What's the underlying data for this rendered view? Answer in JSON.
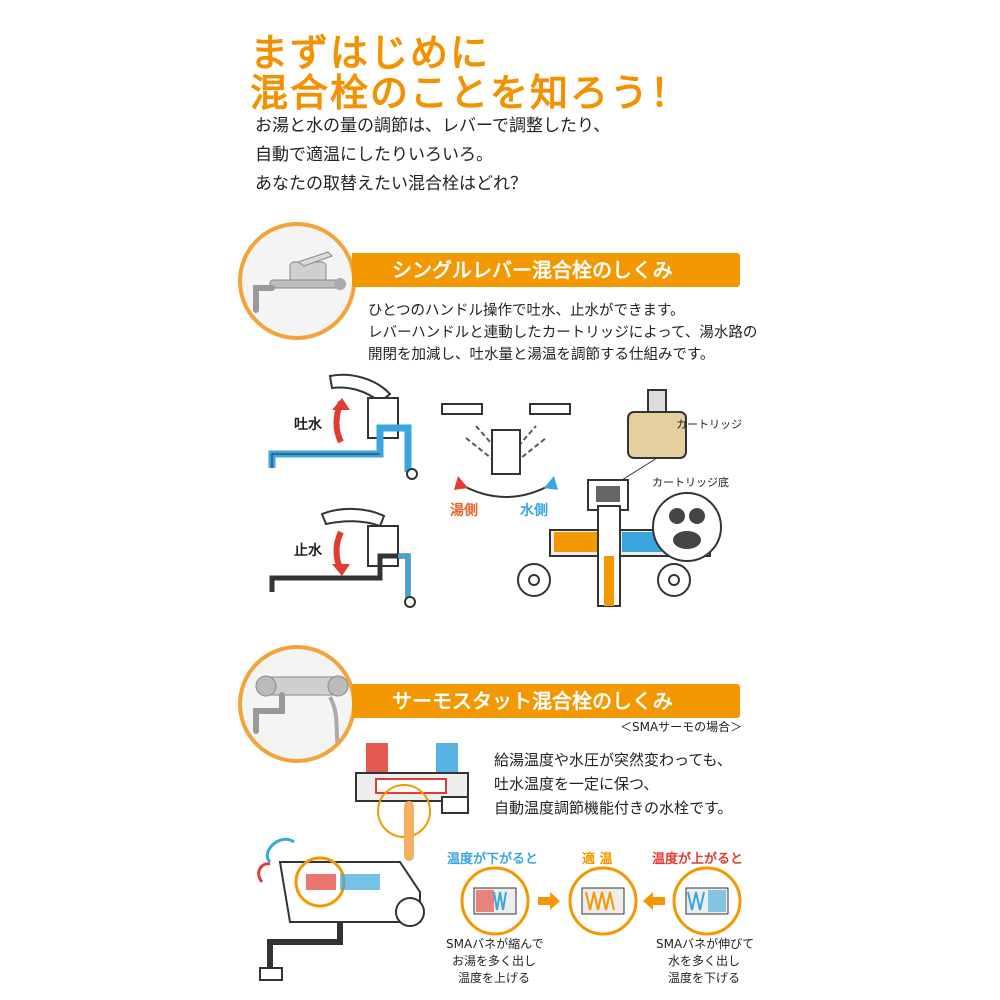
{
  "title": {
    "line1": "まずはじめに",
    "line2": "混合栓のことを知ろう！"
  },
  "intro": [
    "お湯と水の量の調節は、レバーで調整したり、",
    "自動で適温にしたりいろいろ。",
    "あなたの取替えたい混合栓はどれ？"
  ],
  "single_lever": {
    "heading": "シングルレバー混合栓のしくみ",
    "description": [
      "ひとつのハンドル操作で吐水、止水ができます。",
      "レバーハンドルと連動したカートリッジによって、湯水路の",
      "開閉を加減し、吐水量と湯温を調節する仕組みです。"
    ],
    "label_spout": "吐水",
    "label_stop": "止水",
    "label_hot_side": "湯側",
    "label_cold_side": "水側",
    "label_cartridge": "カートリッジ",
    "label_cartridge_bottom": "カートリッジ底"
  },
  "thermostat": {
    "heading": "サーモスタット混合栓のしくみ",
    "note": "＜SMAサーモの場合＞",
    "description": [
      "給湯温度や水圧が突然変わっても、",
      "吐水温度を一定に保つ、",
      "自動温度調節機能付きの水栓です。"
    ],
    "label_temp_down": "温度が下がると",
    "label_optimal": "適 温",
    "label_temp_up": "温度が上がると",
    "caption_left": [
      "SMAバネが縮んで",
      "お湯を多く出し",
      "温度を上げる"
    ],
    "caption_right": [
      "SMAバネが伸びて",
      "水を多く出し",
      "温度を下げる"
    ]
  },
  "colors": {
    "accent_orange": "#f39800",
    "hot_red": "#e03c31",
    "cold_blue": "#3aa6dd"
  }
}
